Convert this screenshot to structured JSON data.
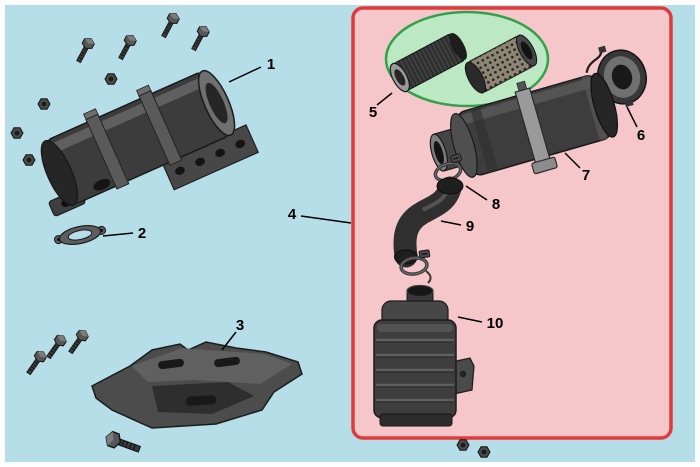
{
  "colors": {
    "bg": "#b6dee9",
    "frame": "#fdfdfd",
    "panel_fill": "#f5c6ca",
    "panel_border": "#e23a3a",
    "ellipse_fill": "#bce9c4",
    "ellipse_border": "#33a04a",
    "callout_color": "#000000"
  },
  "diagram": {
    "callouts": [
      {
        "label": "1"
      },
      {
        "label": "2"
      },
      {
        "label": "3"
      },
      {
        "label": "4"
      },
      {
        "label": "5"
      },
      {
        "label": "6"
      },
      {
        "label": "7"
      },
      {
        "label": "8"
      },
      {
        "label": "9"
      },
      {
        "label": "10"
      }
    ]
  }
}
